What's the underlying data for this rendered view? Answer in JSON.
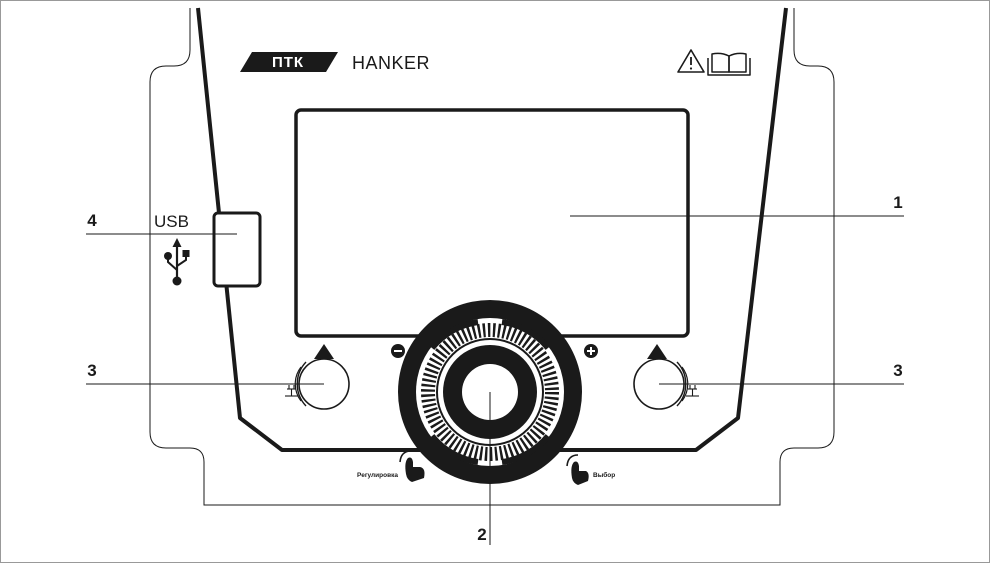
{
  "brand": {
    "logo_text": "ПТК",
    "name": "HANKER"
  },
  "icons": {
    "warning": "warning-triangle-icon",
    "manual": "open-book-icon",
    "usb": "usb-trident-icon",
    "minus": "minus-circle-icon",
    "plus": "plus-circle-icon",
    "press_left": "hand-press-icon",
    "press_right": "hand-press-icon",
    "torch": "torch-trigger-icon"
  },
  "usb_port": {
    "label": "USB"
  },
  "encoder": {
    "left_label": "Регулировка",
    "right_label": "Выбор"
  },
  "callouts": {
    "display": "1",
    "encoder": "2",
    "button_left": "3",
    "button_right": "3",
    "usb": "4"
  },
  "colors": {
    "line": "#1a1a1a",
    "background": "#ffffff",
    "frame": "#999999"
  }
}
